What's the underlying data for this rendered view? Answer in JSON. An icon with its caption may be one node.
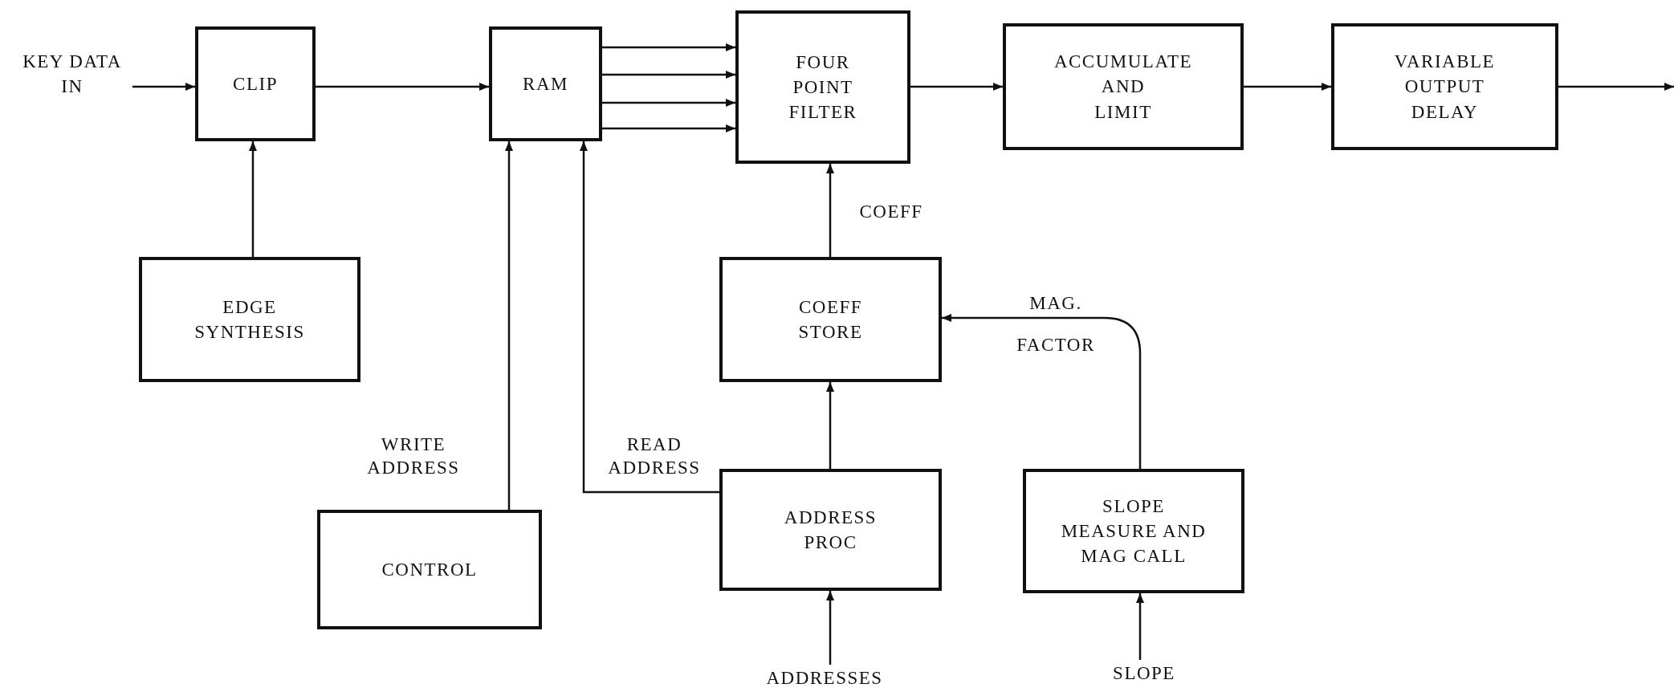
{
  "diagram": {
    "nodes": [
      {
        "text": [
          "KEY DATA IN"
        ]
      },
      {
        "text": [
          "CLIP"
        ]
      },
      {
        "text": [
          "RAM"
        ]
      },
      {
        "text": [
          "FOUR POINT FILTER"
        ]
      },
      {
        "text": [
          "ACCUMULATE AND LIMIT"
        ]
      },
      {
        "text": [
          "VARIABLE OUTPUT DELAY"
        ]
      },
      {
        "text": [
          "EDGE SYNTHESIS"
        ]
      },
      {
        "text": [
          "COEFF STORE"
        ]
      },
      {
        "text": [
          "CONTROL"
        ]
      },
      {
        "text": [
          "ADDRESS PROC"
        ]
      },
      {
        "text": [
          "SLOPE MEASURE AND MAG CALL"
        ]
      },
      {
        "text": [
          "ADDRESSES"
        ]
      },
      {
        "text": [
          "SLOPE"
        ]
      }
    ],
    "edges": [
      {
        "from": 0,
        "to": 1,
        "arrow": "to"
      },
      {
        "from": 1,
        "to": 2,
        "arrow": "to"
      },
      {
        "from": 2,
        "to": 3,
        "arrow": "to"
      },
      {
        "from": 2,
        "to": 3,
        "arrow": "to"
      },
      {
        "from": 2,
        "to": 3,
        "arrow": "to"
      },
      {
        "from": 2,
        "to": 3,
        "arrow": "to"
      },
      {
        "from": 3,
        "to": 4,
        "arrow": "to"
      },
      {
        "from": 4,
        "to": 5,
        "arrow": "to"
      },
      {
        "from": 5,
        "to": null,
        "arrow": "to"
      },
      {
        "from": 6,
        "to": 1,
        "arrow": "to"
      },
      {
        "from": 8,
        "to": 2,
        "arrow": "to",
        "label": "WRITE ADDRESS"
      },
      {
        "from": 9,
        "to": 2,
        "arrow": "to",
        "label": "READ ADDRESS"
      },
      {
        "from": 7,
        "to": 3,
        "arrow": "to",
        "label": "COEFF"
      },
      {
        "from": 9,
        "to": 7,
        "arrow": "to"
      },
      {
        "from": 10,
        "to": 7,
        "arrow": "to",
        "label": "MAG. FACTOR"
      },
      {
        "from": 11,
        "to": 9,
        "arrow": "to"
      },
      {
        "from": 12,
        "to": 10,
        "arrow": "to"
      }
    ]
  }
}
